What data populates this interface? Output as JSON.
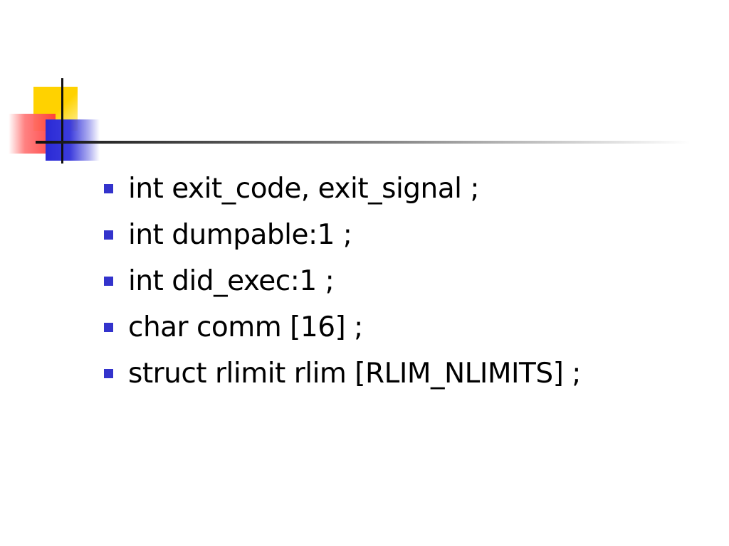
{
  "slide": {
    "bullets": [
      "int exit_code, exit_signal ;",
      "int dumpable:1 ;",
      "int did_exec:1 ;",
      "char comm [16] ;",
      "struct rlimit rlim [RLIM_NLIMITS] ;"
    ]
  },
  "colors": {
    "bullet": "#3333cc",
    "logo_yellow": "#ffd200",
    "logo_red": "#ff3b3b",
    "logo_blue": "#2a2ad6"
  }
}
